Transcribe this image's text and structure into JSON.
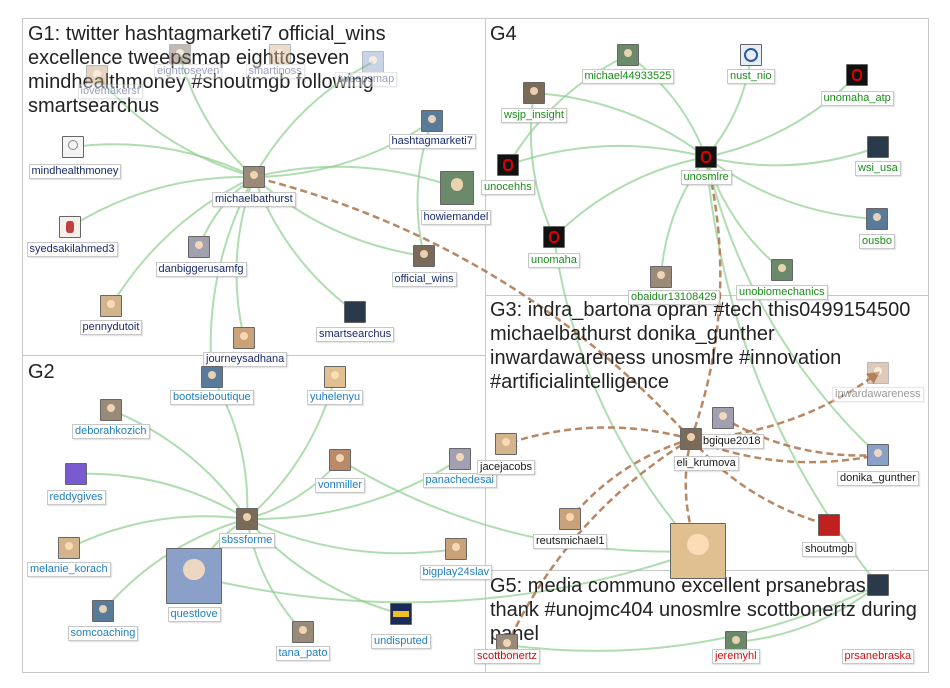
{
  "colors": {
    "g1": "#1a2a6c",
    "g2": "#1f7fc0",
    "g3": "#2a2a2a",
    "g4": "#1a8c1a",
    "g5": "#cc1111",
    "edge": "#8fce8f",
    "edge_strong": "#b07a52"
  },
  "groups": [
    {
      "id": "g1",
      "title": "G1: twitter hashtagmarketi7 official_wins excellence tweepsmap eighttoseven mindhealthmoney #shoutmgb following smartsearchus"
    },
    {
      "id": "g2",
      "title": "G2"
    },
    {
      "id": "g3",
      "title": "G3: indra_bartona oprah #tech this0499154500 michaelbathurst donika_gunther inwardawareness unosmlre #innovation #artificialintelligence"
    },
    {
      "id": "g4",
      "title": "G4"
    },
    {
      "id": "g5",
      "title": "G5: media communo excellent prsanebraska thank #unojmc404 unosmlre scottbonertz during panel"
    }
  ],
  "nodes": [
    {
      "id": "eighttoseven",
      "label": "eighttoseven",
      "group": "g1",
      "icon": "avatar-icon",
      "faded": true
    },
    {
      "id": "smartinoss",
      "label": "smartinoss",
      "group": "g1",
      "icon": "avatar-icon",
      "faded": true
    },
    {
      "id": "tweepsmap",
      "label": "tweepsmap",
      "group": "g1",
      "icon": "avatar-icon",
      "faded": true
    },
    {
      "id": "lovemakersf",
      "label": "lovemakersf",
      "group": "g1",
      "icon": "avatar-icon",
      "faded": true
    },
    {
      "id": "hashtagmarketi7",
      "label": "hashtagmarketi7",
      "group": "g1",
      "icon": "avatar-icon"
    },
    {
      "id": "mindhealthmoney",
      "label": "mindhealthmoney",
      "group": "g1",
      "icon": "brain-icon"
    },
    {
      "id": "michaelbathurst",
      "label": "michaelbathurst",
      "group": "g1",
      "icon": "avatar-icon"
    },
    {
      "id": "howiemandel",
      "label": "howiemandel",
      "group": "g1",
      "icon": "avatar-icon"
    },
    {
      "id": "syedsakilahmed3",
      "label": "syedsakilahmed3",
      "group": "g1",
      "icon": "hand-icon"
    },
    {
      "id": "danbiggerusamfg",
      "label": "danbiggerusamfg",
      "group": "g1",
      "icon": "avatar-icon"
    },
    {
      "id": "official_wins",
      "label": "official_wins",
      "group": "g1",
      "icon": "avatar-icon"
    },
    {
      "id": "pennydutoit",
      "label": "pennydutoit",
      "group": "g1",
      "icon": "avatar-icon"
    },
    {
      "id": "smartsearchus",
      "label": "smartsearchus",
      "group": "g1",
      "icon": "logo-icon"
    },
    {
      "id": "journeysadhana",
      "label": "journeysadhana",
      "group": "g1",
      "icon": "avatar-icon"
    },
    {
      "id": "bootsieboutique",
      "label": "bootsieboutique",
      "group": "g2",
      "icon": "avatar-icon"
    },
    {
      "id": "yuhelenyu",
      "label": "yuhelenyu",
      "group": "g2",
      "icon": "avatar-icon"
    },
    {
      "id": "deborahkozich",
      "label": "deborahkozich",
      "group": "g2",
      "icon": "avatar-icon"
    },
    {
      "id": "reddygives",
      "label": "reddygives",
      "group": "g2",
      "icon": "cartoon-icon"
    },
    {
      "id": "vonmiller",
      "label": "vonmiller",
      "group": "g2",
      "icon": "avatar-icon"
    },
    {
      "id": "panachedesai",
      "label": "panachedesai",
      "group": "g2",
      "icon": "avatar-icon"
    },
    {
      "id": "sbssforme",
      "label": "sbssforme",
      "group": "g2",
      "icon": "avatar-icon"
    },
    {
      "id": "melanie_korach",
      "label": "melanie_korach",
      "group": "g2",
      "icon": "avatar-icon"
    },
    {
      "id": "questlove",
      "label": "questlove",
      "group": "g2",
      "icon": "avatar-icon"
    },
    {
      "id": "bigplay24slav",
      "label": "bigplay24slav",
      "group": "g2",
      "icon": "avatar-icon"
    },
    {
      "id": "somcoaching",
      "label": "somcoaching",
      "group": "g2",
      "icon": "avatar-icon"
    },
    {
      "id": "undisputed",
      "label": "undisputed",
      "group": "g2",
      "icon": "show-logo-icon"
    },
    {
      "id": "tana_pato",
      "label": "tana_pato",
      "group": "g2",
      "icon": "avatar-icon"
    },
    {
      "id": "michael44933525",
      "label": "michael44933525",
      "group": "g4",
      "icon": "avatar-icon"
    },
    {
      "id": "nust_nio",
      "label": "nust_nio",
      "group": "g4",
      "icon": "seal-icon"
    },
    {
      "id": "unomaha_atp",
      "label": "unomaha_atp",
      "group": "g4",
      "icon": "o-logo-icon"
    },
    {
      "id": "wsjp_insight",
      "label": "wsjp_insight",
      "group": "g4",
      "icon": "avatar-icon"
    },
    {
      "id": "unocehhs",
      "label": "unocehhs",
      "group": "g4",
      "icon": "o-logo-icon"
    },
    {
      "id": "unosmlre",
      "label": "unosmlre",
      "group": "g4",
      "icon": "o-logo-icon"
    },
    {
      "id": "wsi_usa",
      "label": "wsi_usa",
      "group": "g4",
      "icon": "logo-icon"
    },
    {
      "id": "ousbo",
      "label": "ousbo",
      "group": "g4",
      "icon": "avatar-icon"
    },
    {
      "id": "unomaha",
      "label": "unomaha",
      "group": "g4",
      "icon": "o-logo-icon"
    },
    {
      "id": "obaidur13108429",
      "label": "obaidur13108429",
      "group": "g4",
      "icon": "avatar-icon"
    },
    {
      "id": "unobiomechanics",
      "label": "unobiomechanics",
      "group": "g4",
      "icon": "avatar-icon"
    },
    {
      "id": "inwardawareness",
      "label": "inwardawareness",
      "group": "g3",
      "icon": "avatar-icon",
      "faded": true
    },
    {
      "id": "bgique2018",
      "label": "bgique2018",
      "group": "g3",
      "icon": "avatar-icon"
    },
    {
      "id": "eli_krumova",
      "label": "eli_krumova",
      "group": "g3",
      "icon": "avatar-icon"
    },
    {
      "id": "jacejacobs",
      "label": "jacejacobs",
      "group": "g3",
      "icon": "avatar-icon"
    },
    {
      "id": "donika_gunther",
      "label": "donika_gunther",
      "group": "g3",
      "icon": "avatar-icon"
    },
    {
      "id": "reutsmichael1",
      "label": "reutsmichael1",
      "group": "g3",
      "icon": "avatar-icon"
    },
    {
      "id": "shoutmgb",
      "label": "shoutmgb",
      "group": "g3",
      "icon": "logo-icon"
    },
    {
      "id": "oprah",
      "label": "",
      "group": "g3",
      "icon": "avatar-icon"
    },
    {
      "id": "scottbonertz",
      "label": "scottbonertz",
      "group": "g5",
      "icon": "avatar-icon"
    },
    {
      "id": "jeremyhl",
      "label": "jeremyhl",
      "group": "g5",
      "icon": "avatar-icon"
    },
    {
      "id": "prsanebraska",
      "label": "prsanebraska",
      "group": "g5",
      "icon": "logo-icon"
    }
  ]
}
